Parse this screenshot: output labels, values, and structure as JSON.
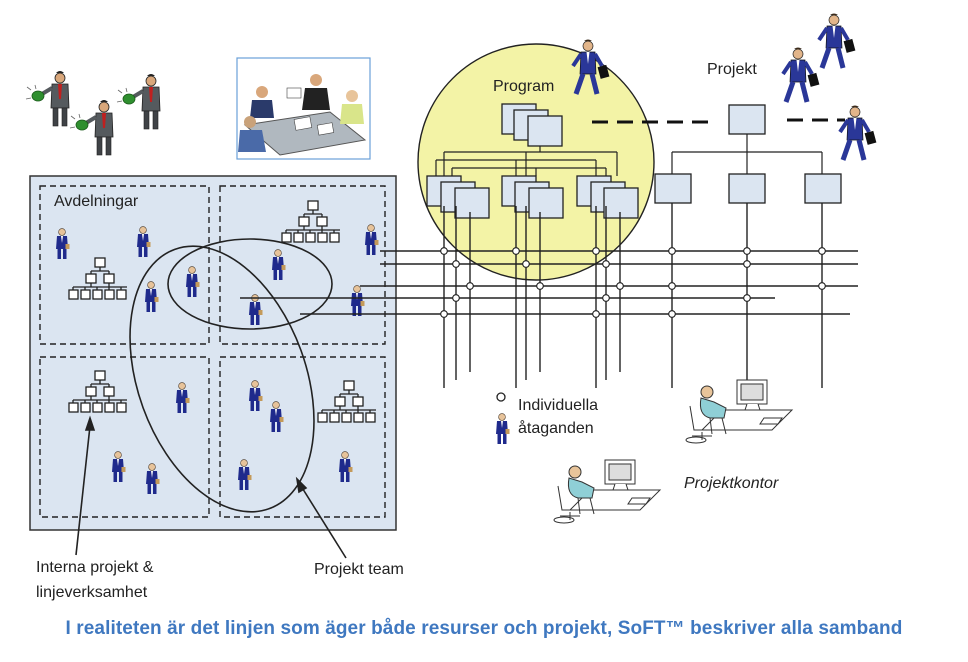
{
  "labels": {
    "avdelningar": "Avdelningar",
    "program": "Program",
    "projekt": "Projekt",
    "individuella_1": "Individuella",
    "individuella_2": "åtaganden",
    "projektkontor": "Projektkontor",
    "interna_1": "Interna projekt &",
    "interna_2": "linjeverksamhet",
    "projekt_team": "Projekt team"
  },
  "caption": "I realiteten är det linjen som äger både resurser och projekt, SoFT™ beskriver alla samband",
  "colors": {
    "dept_fill": "#dbe5f1",
    "program_fill": "#f3f3a6",
    "box_fill": "#dbe5f1",
    "person_blue": "#1f2a8c",
    "caption": "#3f78c0"
  },
  "icons": [
    "businessman-icon",
    "meeting-room-icon",
    "runner-icon",
    "person-icon",
    "org-chart-icon",
    "computer-workstation-icon"
  ]
}
